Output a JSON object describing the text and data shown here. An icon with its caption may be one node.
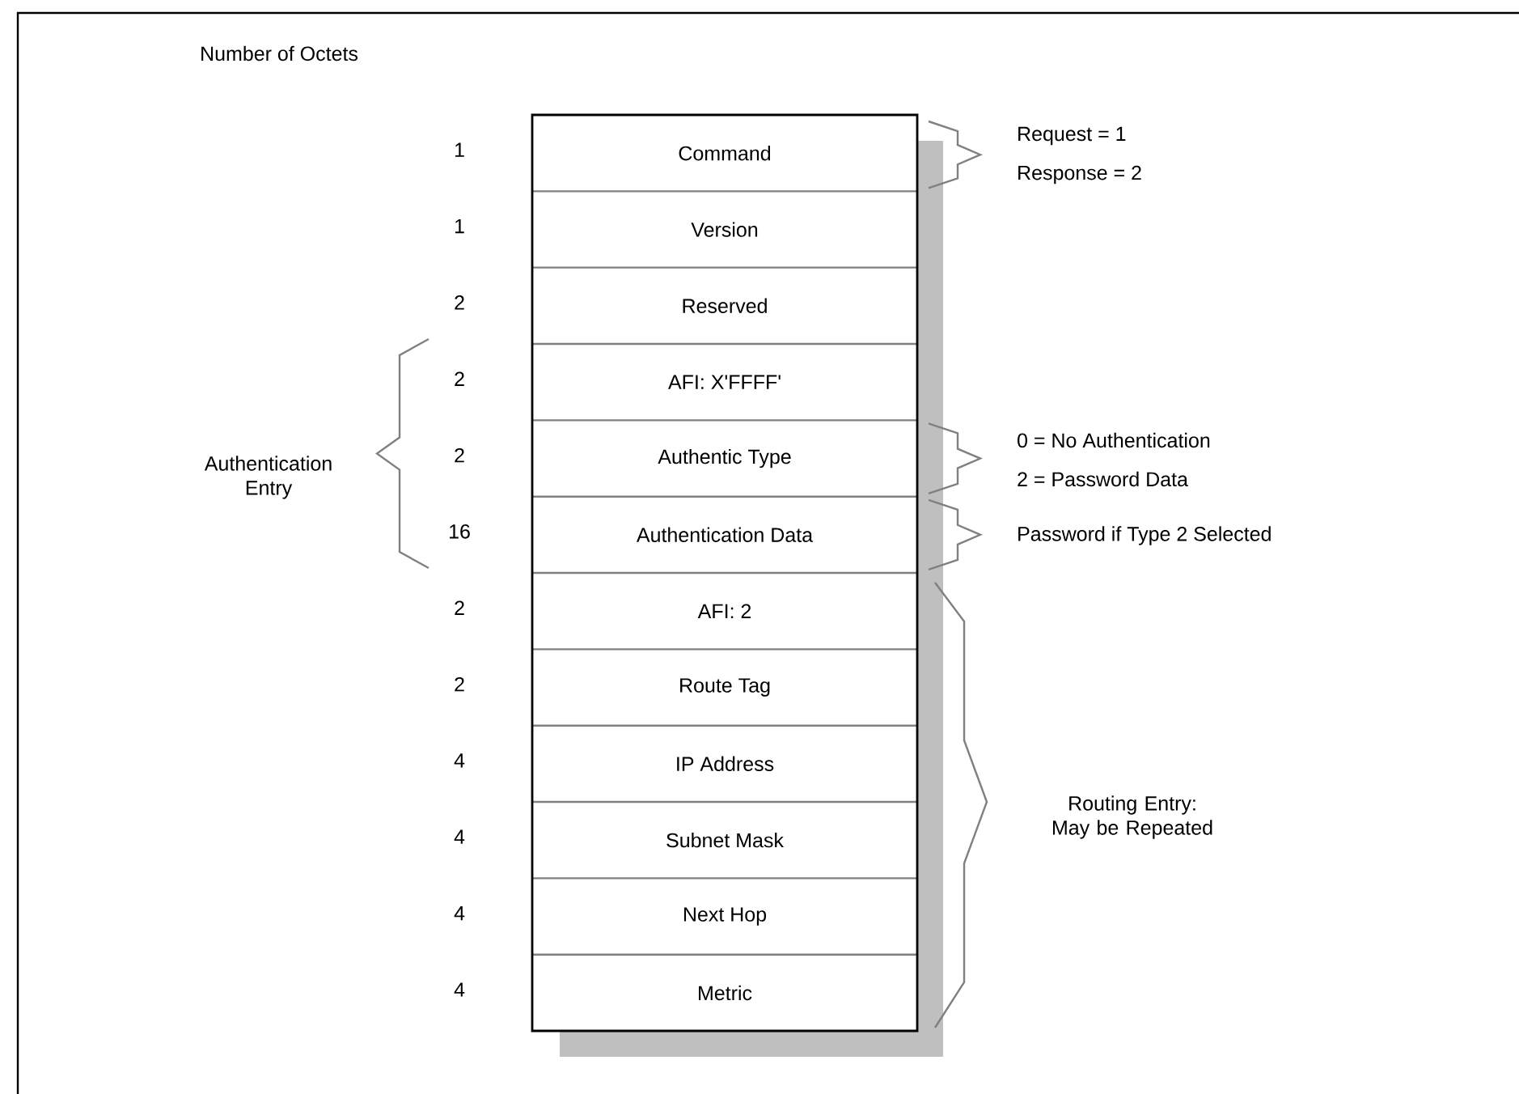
{
  "diagram": {
    "nodes": [
      {
        "text": [
          "Command"
        ]
      },
      {
        "text": [
          "Version"
        ]
      },
      {
        "text": [
          "Reserved"
        ]
      },
      {
        "text": [
          "AFI:  X'FFFF'"
        ]
      },
      {
        "text": [
          "Authentic Type"
        ]
      },
      {
        "text": [
          "Authentication Data"
        ]
      },
      {
        "text": [
          "AFI:    2"
        ]
      },
      {
        "text": [
          "Route Tag"
        ]
      },
      {
        "text": [
          "IP Address"
        ]
      },
      {
        "text": [
          "Subnet Mask"
        ]
      },
      {
        "text": [
          "Next Hop"
        ]
      },
      {
        "text": [
          "Metric"
        ]
      }
    ],
    "labels": [
      "Number of Octets",
      "1",
      "Request = 1",
      "Response = 2",
      "1",
      "2",
      "2",
      "Authentication Entry",
      "2",
      "0 = No Authentication",
      "2 = Password Data",
      "16",
      "Password if Type 2 Selected",
      "2",
      "2",
      "4",
      "4",
      "Routing Entry: May be Repeated",
      "4",
      "4"
    ]
  }
}
